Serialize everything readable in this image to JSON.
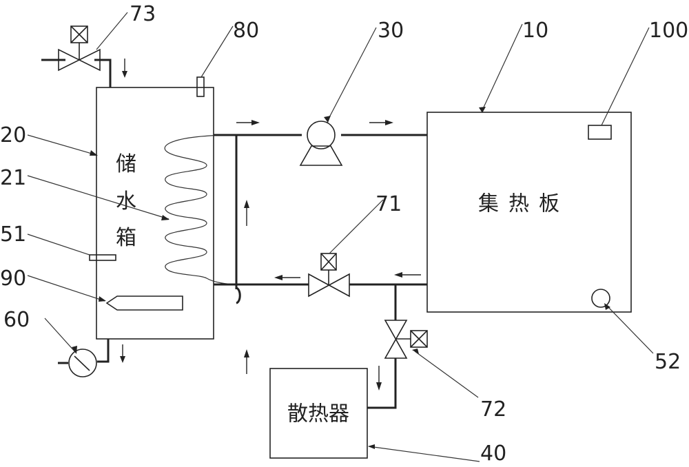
{
  "labels": {
    "collector_label": "集热板",
    "tank_label": "储水箱",
    "radiator_label": "散热器"
  },
  "refs": {
    "r10": "10",
    "r20": "20",
    "r21": "21",
    "r30": "30",
    "r40": "40",
    "r51": "51",
    "r52": "52",
    "r60": "60",
    "r71": "71",
    "r72": "72",
    "r73": "73",
    "r80": "80",
    "r90": "90",
    "r100": "100"
  }
}
